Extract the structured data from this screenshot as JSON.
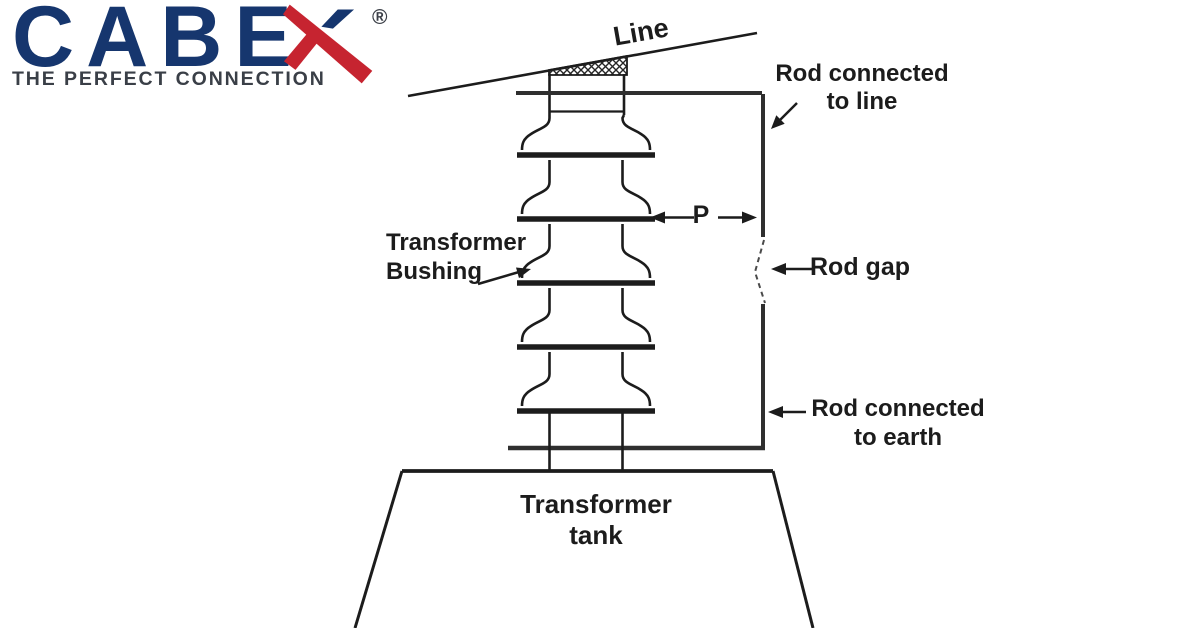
{
  "colors": {
    "ink": "#1c1c1c",
    "rod": "#2f2f2f",
    "logo-navy": "#16366e",
    "logo-red": "#c62430",
    "tagline-gray": "#3a3f47"
  },
  "logo": {
    "brand": "CABE",
    "x_letter": "X",
    "registered": "®",
    "tagline": "THE PERFECT CONNECTION"
  },
  "diagram": {
    "labels": {
      "line": "Line",
      "rod_line_1": "Rod connected",
      "rod_line_2": "to line",
      "p": "P",
      "rod_gap": "Rod gap",
      "bushing_1": "Transformer",
      "bushing_2": "Bushing",
      "rod_earth_1": "Rod connected",
      "rod_earth_2": "to earth",
      "tank_1": "Transformer",
      "tank_2": "tank"
    }
  }
}
